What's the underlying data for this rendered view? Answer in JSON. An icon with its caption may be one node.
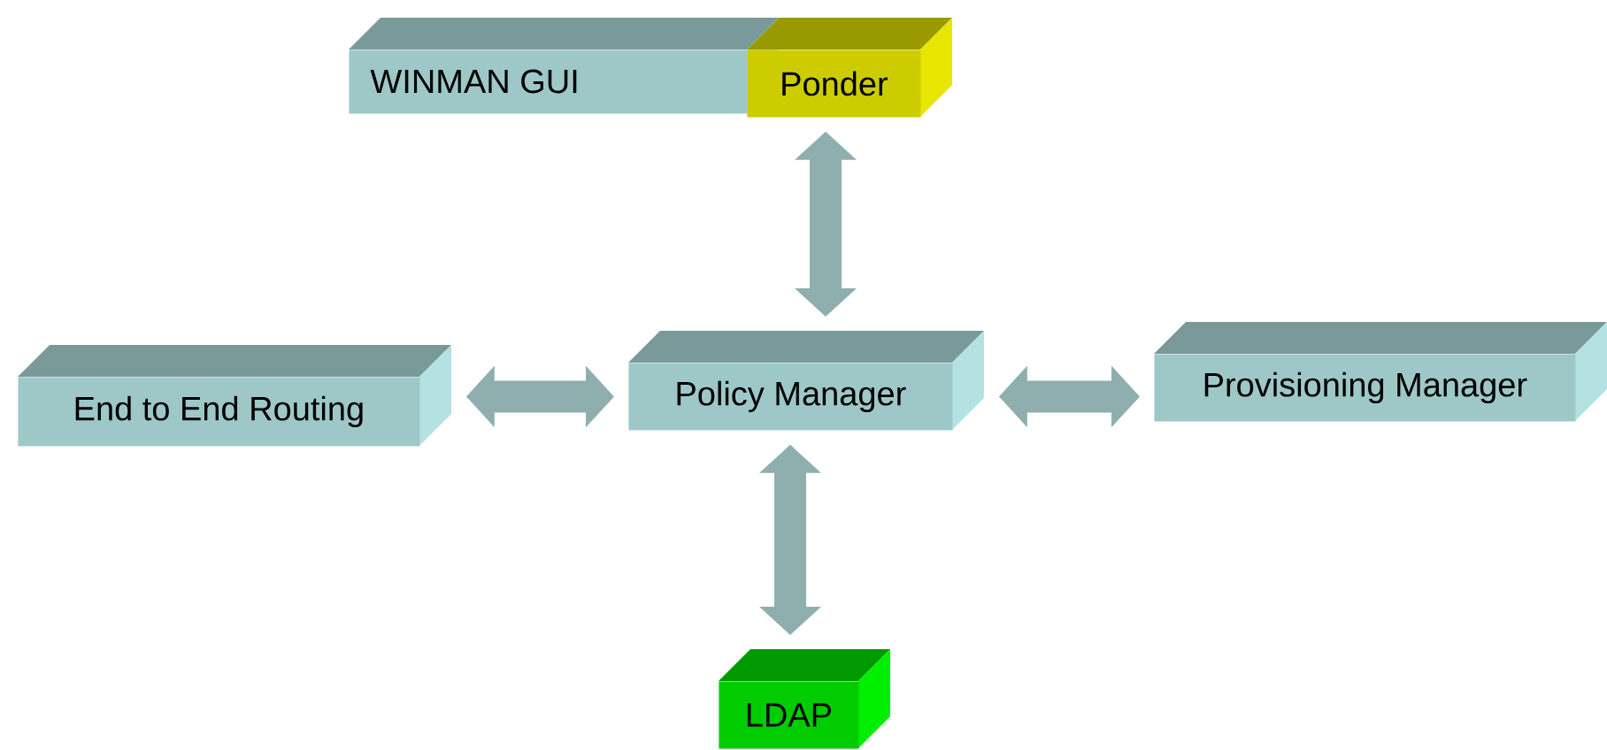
{
  "diagram": {
    "nodes": [
      {
        "text": [
          "WINMAN GUI"
        ]
      },
      {
        "text": [
          "Ponder"
        ]
      },
      {
        "text": [
          "End to End Routing"
        ]
      },
      {
        "text": [
          "Policy Manager"
        ]
      },
      {
        "text": [
          "Provisioning Manager"
        ]
      },
      {
        "text": [
          "LDAP"
        ]
      }
    ],
    "edges": [
      {
        "from": 3,
        "to": 1,
        "arrow": "both"
      },
      {
        "from": 3,
        "to": 2,
        "arrow": "both"
      },
      {
        "from": 3,
        "to": 4,
        "arrow": "both"
      },
      {
        "from": 3,
        "to": 5,
        "arrow": "both"
      }
    ]
  }
}
